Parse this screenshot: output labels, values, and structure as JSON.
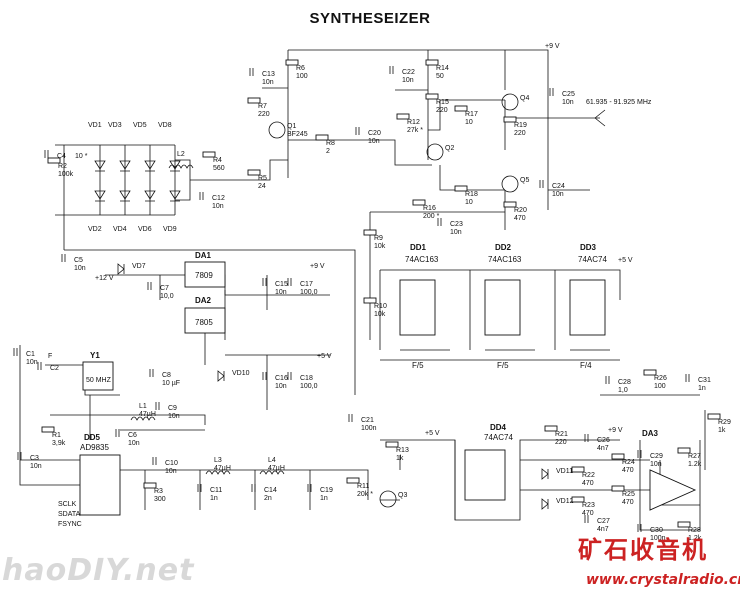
{
  "title": "SYNTHESEIZER",
  "watermark_left": "haoDIY.net",
  "watermark_right_cn": "矿石收音机",
  "watermark_right_url": "www.crystalradio.cn",
  "blocks": {
    "da1": "DA1",
    "da1_type": "7809",
    "da2": "DA2",
    "da2_type": "7805",
    "dd1": "DD1",
    "dd1_type": "74AC163",
    "dd1_div": "F/5",
    "dd2": "DD2",
    "dd2_type": "74AC163",
    "dd2_div": "F/5",
    "dd3": "DD3",
    "dd3_type": "74AC74",
    "dd3_div": "F/4",
    "dd4": "DD4",
    "dd4_type": "74AC74",
    "dd5": "DD5",
    "dd5_type": "AD9835",
    "da3": "DA3",
    "y1": "Y1",
    "y1_freq": "50 MHZ"
  },
  "rails": {
    "v9_top": "+9 V",
    "v9_da1": "+9 V",
    "v5_a": "+5 V",
    "v5_b": "+5 V",
    "v5_c": "+5 V",
    "v9_da3": "+9 V",
    "v12_in": "+12 V"
  },
  "output_label": "61.935 - 91.925 MHz",
  "dds_pins": [
    "SCLK",
    "SDATA",
    "FSYNC"
  ],
  "components": [
    {
      "ref": "C13",
      "val": "10n"
    },
    {
      "ref": "R6",
      "val": "100"
    },
    {
      "ref": "R7",
      "val": "220"
    },
    {
      "ref": "Q1",
      "val": "BF245"
    },
    {
      "ref": "C22",
      "val": "10n"
    },
    {
      "ref": "R14",
      "val": "50"
    },
    {
      "ref": "R15",
      "val": "220"
    },
    {
      "ref": "R12",
      "val": "27k *"
    },
    {
      "ref": "R17",
      "val": "10"
    },
    {
      "ref": "Q4",
      "val": ""
    },
    {
      "ref": "R19",
      "val": "220"
    },
    {
      "ref": "C25",
      "val": "10n"
    },
    {
      "ref": "C20",
      "val": "10n"
    },
    {
      "ref": "R8",
      "val": "2"
    },
    {
      "ref": "Q2",
      "val": ""
    },
    {
      "ref": "R18",
      "val": "10"
    },
    {
      "ref": "Q5",
      "val": ""
    },
    {
      "ref": "R20",
      "val": "470"
    },
    {
      "ref": "C24",
      "val": "10n"
    },
    {
      "ref": "R16",
      "val": "200 *"
    },
    {
      "ref": "C23",
      "val": "10n"
    },
    {
      "ref": "C4",
      "val": ""
    },
    {
      "ref": "R2",
      "val": "100k"
    },
    {
      "ref": "R4",
      "val": "560"
    },
    {
      "ref": "R5",
      "val": "24"
    },
    {
      "ref": "C12",
      "val": "10n"
    },
    {
      "ref": "L2",
      "val": ""
    },
    {
      "ref": "C5",
      "val": "10n"
    },
    {
      "ref": "R9",
      "val": "10k"
    },
    {
      "ref": "R10",
      "val": "10k"
    },
    {
      "ref": "VD7",
      "val": ""
    },
    {
      "ref": "C7",
      "val": "10,0"
    },
    {
      "ref": "C15",
      "val": "10n"
    },
    {
      "ref": "C17",
      "val": "100,0"
    },
    {
      "ref": "C16",
      "val": "10n"
    },
    {
      "ref": "C18",
      "val": "100,0"
    },
    {
      "ref": "VD10",
      "val": ""
    },
    {
      "ref": "C8",
      "val": "10 µF"
    },
    {
      "ref": "C1",
      "val": "10n"
    },
    {
      "ref": "C2",
      "val": ""
    },
    {
      "ref": "L1",
      "val": "47µH"
    },
    {
      "ref": "C9",
      "val": "10n"
    },
    {
      "ref": "C6",
      "val": "10n"
    },
    {
      "ref": "R1",
      "val": "3,9k"
    },
    {
      "ref": "C3",
      "val": "10n"
    },
    {
      "ref": "C10",
      "val": "10n"
    },
    {
      "ref": "L3",
      "val": "47µH"
    },
    {
      "ref": "L4",
      "val": "47µH"
    },
    {
      "ref": "R3",
      "val": "300"
    },
    {
      "ref": "C11",
      "val": "1n"
    },
    {
      "ref": "C14",
      "val": "2n"
    },
    {
      "ref": "C19",
      "val": "1n"
    },
    {
      "ref": "C21",
      "val": "100n"
    },
    {
      "ref": "R13",
      "val": "1k"
    },
    {
      "ref": "R11",
      "val": "20k *"
    },
    {
      "ref": "Q3",
      "val": ""
    },
    {
      "ref": "R21",
      "val": "220"
    },
    {
      "ref": "C26",
      "val": "4n7"
    },
    {
      "ref": "C27",
      "val": "4n7"
    },
    {
      "ref": "R22",
      "val": "470"
    },
    {
      "ref": "R24",
      "val": "470"
    },
    {
      "ref": "R23",
      "val": "470"
    },
    {
      "ref": "R25",
      "val": "470"
    },
    {
      "ref": "VD11",
      "val": ""
    },
    {
      "ref": "VD12",
      "val": ""
    },
    {
      "ref": "C28",
      "val": "1,0"
    },
    {
      "ref": "R26",
      "val": "100"
    },
    {
      "ref": "C31",
      "val": "1n"
    },
    {
      "ref": "R29",
      "val": "1k"
    },
    {
      "ref": "C29",
      "val": "10n"
    },
    {
      "ref": "R27",
      "val": "1.2k"
    },
    {
      "ref": "C30",
      "val": "100n"
    },
    {
      "ref": "R28",
      "val": "1.2k"
    }
  ],
  "varicaps": {
    "top": [
      "VD1",
      "VD3",
      "VD5",
      "VD8"
    ],
    "bottom": [
      "VD2",
      "VD4",
      "VD6",
      "VD9"
    ],
    "note": "10 *"
  },
  "misc_labels": {
    "f_label": "F"
  }
}
